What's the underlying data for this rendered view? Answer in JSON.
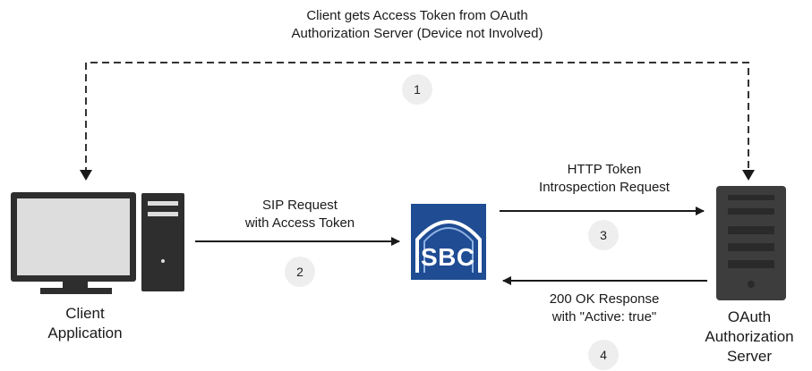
{
  "top_label": [
    "Client gets Access Token from OAuth",
    "Authorization Server (Device not Involved)"
  ],
  "client_label": [
    "Client",
    "Application"
  ],
  "server_label": [
    "OAuth",
    "Authorization",
    "Server"
  ],
  "sbc_logo": "SBC",
  "steps": [
    {
      "number": "1"
    },
    {
      "number": "2",
      "label": [
        "SIP Request",
        "with Access Token"
      ]
    },
    {
      "number": "3",
      "label": [
        "HTTP Token",
        "Introspection Request"
      ]
    },
    {
      "number": "4",
      "label": [
        "200 OK Response",
        "with \"Active: true\""
      ]
    }
  ],
  "colors": {
    "sbc_blue": "#1f4c93",
    "server_dark": "#3d3d3d",
    "monitor_gray": "#dddddd"
  }
}
